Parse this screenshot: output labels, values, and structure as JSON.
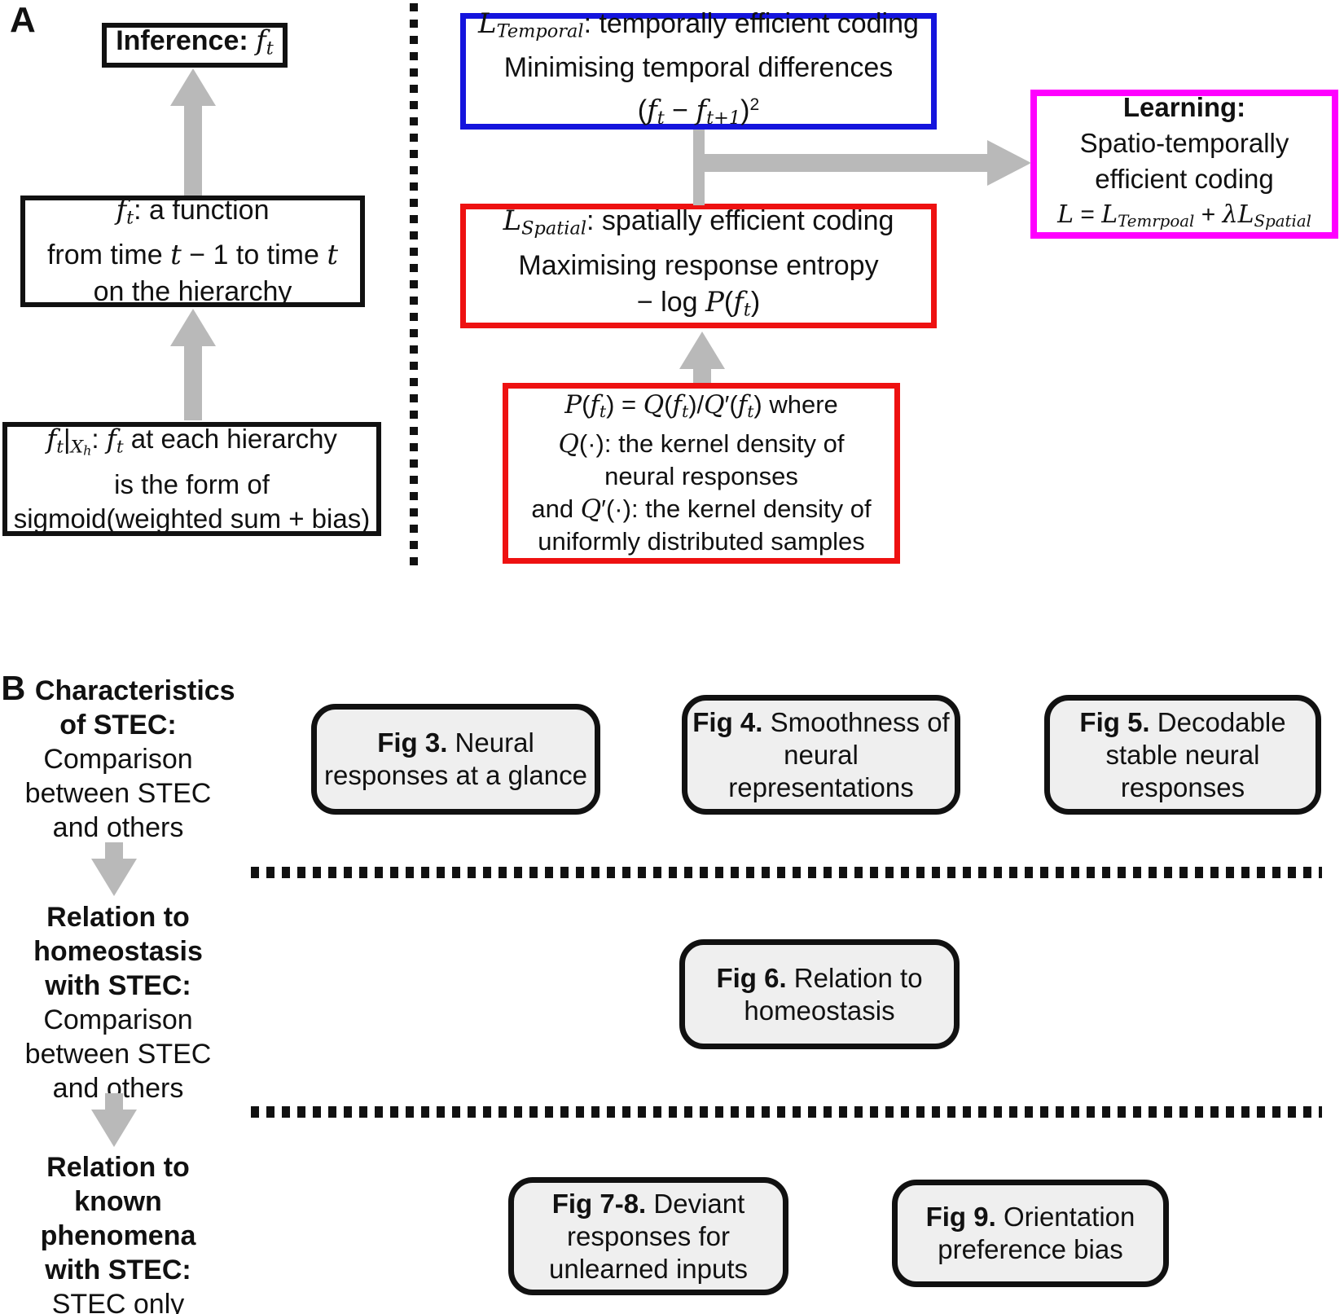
{
  "colors": {
    "black_border": "#111111",
    "blue_border": "#1414dd",
    "red_border": "#ee1111",
    "magenta_border": "#ff00ff",
    "arrow_gray": "#b9b9b9",
    "figbox_fill": "#efefef"
  },
  "panel_a": {
    "label": "A",
    "inference_box": {
      "lines": [
        [
          [
            "b",
            "Inference: "
          ],
          [
            "m",
            "f"
          ],
          [
            "ms",
            "t"
          ]
        ]
      ]
    },
    "function_box": {
      "lines": [
        [
          [
            "m",
            "f"
          ],
          [
            "ms",
            "t"
          ],
          [
            "n",
            ": a function"
          ]
        ],
        [
          [
            "n",
            "from time "
          ],
          [
            "m",
            "t"
          ],
          [
            "n",
            " − 1 to time "
          ],
          [
            "m",
            "t"
          ]
        ],
        [
          [
            "n",
            "on the hierarchy"
          ]
        ]
      ]
    },
    "sigmoid_box": {
      "lines": [
        [
          [
            "m",
            "f"
          ],
          [
            "ms",
            "t"
          ],
          [
            "n",
            "|"
          ],
          [
            "ms",
            "X"
          ],
          [
            "mss",
            "h"
          ],
          [
            "n",
            ": "
          ],
          [
            "m",
            "f"
          ],
          [
            "ms",
            "t"
          ],
          [
            "n",
            " at each hierarchy"
          ]
        ],
        [
          [
            "n",
            "is the form of"
          ]
        ],
        [
          [
            "n",
            "sigmoid(weighted sum + bias)"
          ]
        ]
      ]
    },
    "temporal_box": {
      "lines": [
        [
          [
            "m",
            "L"
          ],
          [
            "ms",
            "Temporal"
          ],
          [
            "n",
            ": temporally efficient coding"
          ]
        ],
        [
          [
            "n",
            "Minimising temporal differences"
          ]
        ],
        [
          [
            "n",
            "("
          ],
          [
            "m",
            "f"
          ],
          [
            "ms",
            "t"
          ],
          [
            "n",
            " − "
          ],
          [
            "m",
            "f"
          ],
          [
            "ms",
            "t+1"
          ],
          [
            "n",
            ")"
          ],
          [
            "sup",
            "2"
          ]
        ]
      ]
    },
    "spatial_box": {
      "lines": [
        [
          [
            "m",
            "L"
          ],
          [
            "ms",
            "Spatial"
          ],
          [
            "n",
            ": spatially efficient coding"
          ]
        ],
        [
          [
            "n",
            "Maximising response entropy"
          ]
        ],
        [
          [
            "n",
            "− log "
          ],
          [
            "m",
            "P"
          ],
          [
            "n",
            "("
          ],
          [
            "m",
            "f"
          ],
          [
            "ms",
            "t"
          ],
          [
            "n",
            ")"
          ]
        ]
      ]
    },
    "density_box": {
      "lines": [
        [
          [
            "m",
            "P"
          ],
          [
            "n",
            "("
          ],
          [
            "m",
            "f"
          ],
          [
            "ms",
            "t"
          ],
          [
            "n",
            ") = "
          ],
          [
            "m",
            "Q"
          ],
          [
            "n",
            "("
          ],
          [
            "m",
            "f"
          ],
          [
            "ms",
            "t"
          ],
          [
            "n",
            ")/"
          ],
          [
            "m",
            "Q"
          ],
          [
            "n",
            "′("
          ],
          [
            "m",
            "f"
          ],
          [
            "ms",
            "t"
          ],
          [
            "n",
            ") where"
          ]
        ],
        [
          [
            "m",
            "Q"
          ],
          [
            "n",
            "(·): the kernel density of"
          ]
        ],
        [
          [
            "n",
            "neural responses"
          ]
        ],
        [
          [
            "n",
            "and "
          ],
          [
            "m",
            "Q"
          ],
          [
            "n",
            "′(·): the kernel density of"
          ]
        ],
        [
          [
            "n",
            "uniformly distributed samples"
          ]
        ]
      ]
    },
    "learning_box": {
      "lines": [
        [
          [
            "b",
            "Learning:"
          ]
        ],
        [
          [
            "n",
            "Spatio-temporally"
          ]
        ],
        [
          [
            "n",
            "efficient coding"
          ]
        ],
        [
          [
            "m",
            "L"
          ],
          [
            "n",
            " = "
          ],
          [
            "m",
            "L"
          ],
          [
            "ms",
            "Temrpoal"
          ],
          [
            "n",
            " + "
          ],
          [
            "m",
            "λL"
          ],
          [
            "ms",
            "Spatial"
          ]
        ]
      ]
    }
  },
  "panel_b": {
    "characteristics_block": {
      "lines": [
        [
          [
            "bl",
            "B "
          ],
          [
            "b",
            "Characteristics"
          ]
        ],
        [
          [
            "b",
            "of STEC:"
          ]
        ],
        [
          [
            "n",
            "Comparison"
          ]
        ],
        [
          [
            "n",
            "between STEC"
          ]
        ],
        [
          [
            "n",
            "and others"
          ]
        ]
      ]
    },
    "homeostasis_block": {
      "lines": [
        [
          [
            "b",
            "Relation to"
          ]
        ],
        [
          [
            "b",
            "homeostasis"
          ]
        ],
        [
          [
            "b",
            "with STEC:"
          ]
        ],
        [
          [
            "n",
            "Comparison"
          ]
        ],
        [
          [
            "n",
            "between STEC"
          ]
        ],
        [
          [
            "n",
            "and others"
          ]
        ]
      ]
    },
    "phenomena_block": {
      "lines": [
        [
          [
            "b",
            "Relation to"
          ]
        ],
        [
          [
            "b",
            "known"
          ]
        ],
        [
          [
            "b",
            "phenomena"
          ]
        ],
        [
          [
            "b",
            "with STEC:"
          ]
        ],
        [
          [
            "n",
            "STEC only"
          ]
        ]
      ]
    },
    "fig3_box": {
      "lines": [
        [
          [
            "b",
            "Fig 3."
          ],
          [
            "n",
            " Neural"
          ]
        ],
        [
          [
            "n",
            "responses at a glance"
          ]
        ]
      ]
    },
    "fig4_box": {
      "lines": [
        [
          [
            "b",
            "Fig 4."
          ],
          [
            "n",
            " Smoothness of"
          ]
        ],
        [
          [
            "n",
            "neural"
          ]
        ],
        [
          [
            "n",
            "representations"
          ]
        ]
      ]
    },
    "fig5_box": {
      "lines": [
        [
          [
            "b",
            "Fig 5."
          ],
          [
            "n",
            " Decodable"
          ]
        ],
        [
          [
            "n",
            "stable neural"
          ]
        ],
        [
          [
            "n",
            "responses"
          ]
        ]
      ]
    },
    "fig6_box": {
      "lines": [
        [
          [
            "b",
            "Fig 6."
          ],
          [
            "n",
            " Relation to"
          ]
        ],
        [
          [
            "n",
            "homeostasis"
          ]
        ]
      ]
    },
    "fig78_box": {
      "lines": [
        [
          [
            "b",
            "Fig 7-8."
          ],
          [
            "n",
            " Deviant"
          ]
        ],
        [
          [
            "n",
            "responses for"
          ]
        ],
        [
          [
            "n",
            "unlearned inputs"
          ]
        ]
      ]
    },
    "fig9_box": {
      "lines": [
        [
          [
            "b",
            "Fig 9."
          ],
          [
            "n",
            " Orientation"
          ]
        ],
        [
          [
            "n",
            "preference bias"
          ]
        ]
      ]
    }
  }
}
